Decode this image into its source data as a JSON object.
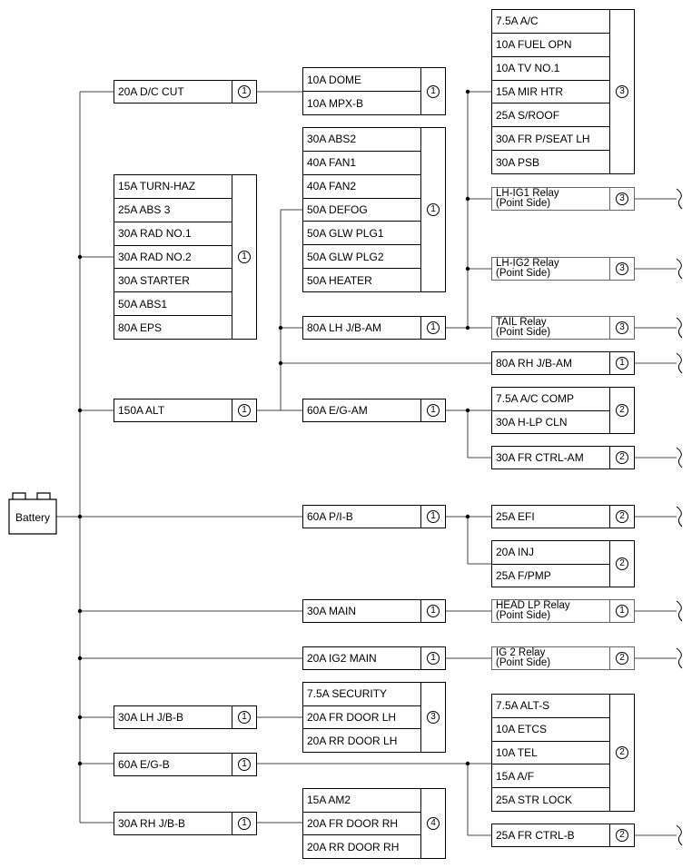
{
  "battery": {
    "label": "Battery"
  },
  "boxes": {
    "dc_cut": {
      "lines": [
        "20A D/C CUT"
      ],
      "num": "1"
    },
    "group_turnhaz": {
      "lines": [
        "15A TURN-HAZ",
        "25A ABS 3",
        "30A RAD NO.1",
        "30A RAD NO.2",
        "30A STARTER",
        "50A ABS1",
        "80A EPS"
      ],
      "num": "1"
    },
    "alt": {
      "lines": [
        "150A ALT"
      ],
      "num": "1"
    },
    "lh_jb_b": {
      "lines": [
        "30A LH J/B-B"
      ],
      "num": "1"
    },
    "eg_b": {
      "lines": [
        "60A E/G-B"
      ],
      "num": "1"
    },
    "rh_jb_b": {
      "lines": [
        "30A RH J/B-B"
      ],
      "num": "1"
    },
    "dome": {
      "lines": [
        "10A DOME",
        "10A MPX-B"
      ],
      "num": "1"
    },
    "abs2": {
      "lines": [
        "30A ABS2",
        "40A FAN1",
        "40A FAN2",
        "50A DEFOG",
        "50A GLW PLG1",
        "50A GLW PLG2",
        "50A HEATER"
      ],
      "num": "1"
    },
    "lh_jb_am": {
      "lines": [
        "80A LH J/B-AM"
      ],
      "num": "1"
    },
    "eg_am": {
      "lines": [
        "60A E/G-AM"
      ],
      "num": "1"
    },
    "pib": {
      "lines": [
        "60A P/I-B"
      ],
      "num": "1"
    },
    "main": {
      "lines": [
        "30A MAIN"
      ],
      "num": "1"
    },
    "ig2main": {
      "lines": [
        "20A IG2 MAIN"
      ],
      "num": "1"
    },
    "security": {
      "lines": [
        "7.5A SECURITY",
        "20A FR DOOR LH",
        "20A RR DOOR LH"
      ],
      "num": "3"
    },
    "am2": {
      "lines": [
        "15A AM2",
        "20A FR DOOR RH",
        "20A RR DOOR RH"
      ],
      "num": "4"
    },
    "ac": {
      "lines": [
        "7.5A A/C",
        "10A FUEL OPN",
        "10A TV NO.1",
        "15A MIR HTR",
        "25A S/ROOF",
        "30A FR P/SEAT LH",
        "30A PSB"
      ],
      "num": "3"
    },
    "lh_ig1": {
      "lines": [
        "LH-IG1 Relay",
        "(Point Side)"
      ],
      "num": "3"
    },
    "lh_ig2": {
      "lines": [
        "LH-IG2 Relay",
        "(Point Side)"
      ],
      "num": "3"
    },
    "tail": {
      "lines": [
        "TAIL Relay",
        "(Point Side)"
      ],
      "num": "3"
    },
    "rh_jb_am": {
      "lines": [
        "80A RH J/B-AM"
      ],
      "num": "1"
    },
    "ac_comp": {
      "lines": [
        "7.5A A/C COMP",
        "30A H-LP CLN"
      ],
      "num": "2"
    },
    "fr_ctrl_am": {
      "lines": [
        "30A FR CTRL-AM"
      ],
      "num": "2"
    },
    "efi": {
      "lines": [
        "25A EFI"
      ],
      "num": "2"
    },
    "inj": {
      "lines": [
        "20A INJ",
        "25A F/PMP"
      ],
      "num": "2"
    },
    "head_lp": {
      "lines": [
        "HEAD LP Relay",
        "(Point Side)"
      ],
      "num": "1"
    },
    "ig2_relay": {
      "lines": [
        "IG 2 Relay",
        "(Point Side)"
      ],
      "num": "2"
    },
    "alt_s": {
      "lines": [
        "7.5A ALT-S",
        "10A ETCS",
        "10A TEL",
        "15A A/F",
        "25A STR LOCK"
      ],
      "num": "2"
    },
    "fr_ctrl_b": {
      "lines": [
        "25A FR CTRL-B"
      ],
      "num": "2"
    }
  }
}
